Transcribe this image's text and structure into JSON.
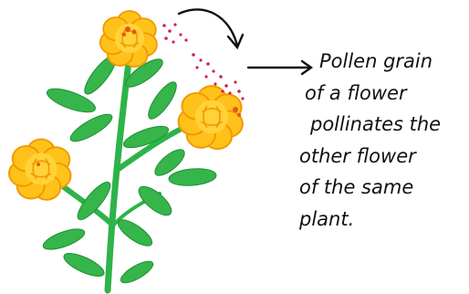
{
  "caption": {
    "lines": [
      "Pollen grain",
      "of a flower",
      "pollinates the",
      "other flower",
      "of the same",
      "plant."
    ]
  },
  "colors": {
    "stem": "#2db34a",
    "leaf": "#35b54a",
    "petal": "#ffc21a",
    "petal_edge": "#f29a00",
    "flower_center": "#e0571c",
    "pollen": "#d6204a",
    "ink": "#111111"
  },
  "icons": [
    "marigold-flower",
    "pollen-dots",
    "curved-arrow",
    "pointer-arrow"
  ]
}
